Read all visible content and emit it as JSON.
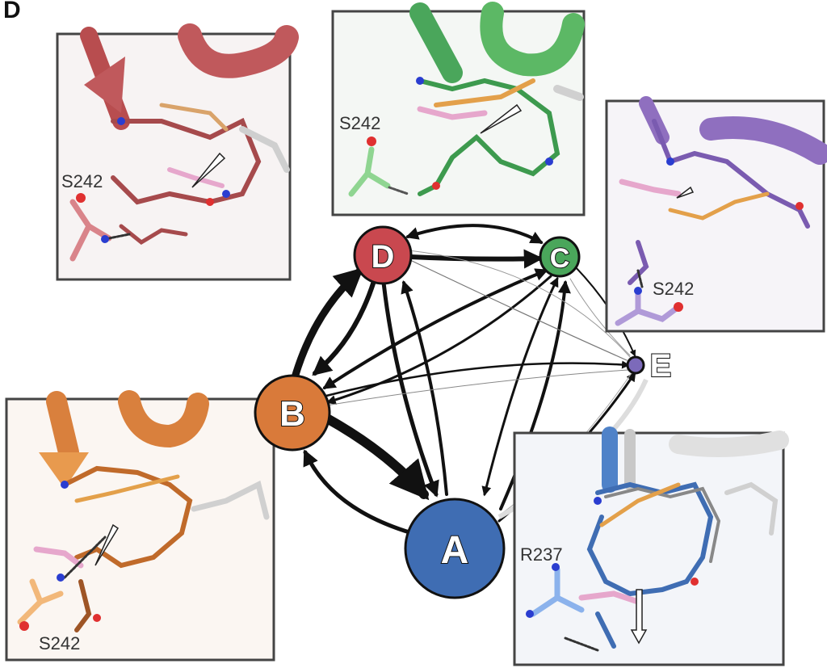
{
  "panel_label": "D",
  "states": [
    {
      "id": "D",
      "label": "D",
      "color": "#c9484f"
    },
    {
      "id": "C",
      "label": "C",
      "color": "#4aa65b"
    },
    {
      "id": "B",
      "label": "B",
      "color": "#d97a3a"
    },
    {
      "id": "A",
      "label": "A",
      "color": "#3f6db3"
    },
    {
      "id": "E",
      "label": "E",
      "color": "#7c6aba"
    }
  ],
  "insets": {
    "D": {
      "residue_label": "S242",
      "color": "#c0595c"
    },
    "C": {
      "residue_label": "S242",
      "color": "#5cb865"
    },
    "E": {
      "residue_label": "S242",
      "color": "#8f6fbf"
    },
    "B": {
      "residue_label": "S242",
      "color": "#d9803d"
    },
    "A": {
      "residue_label": "R237",
      "color": "#4f82c8"
    }
  }
}
